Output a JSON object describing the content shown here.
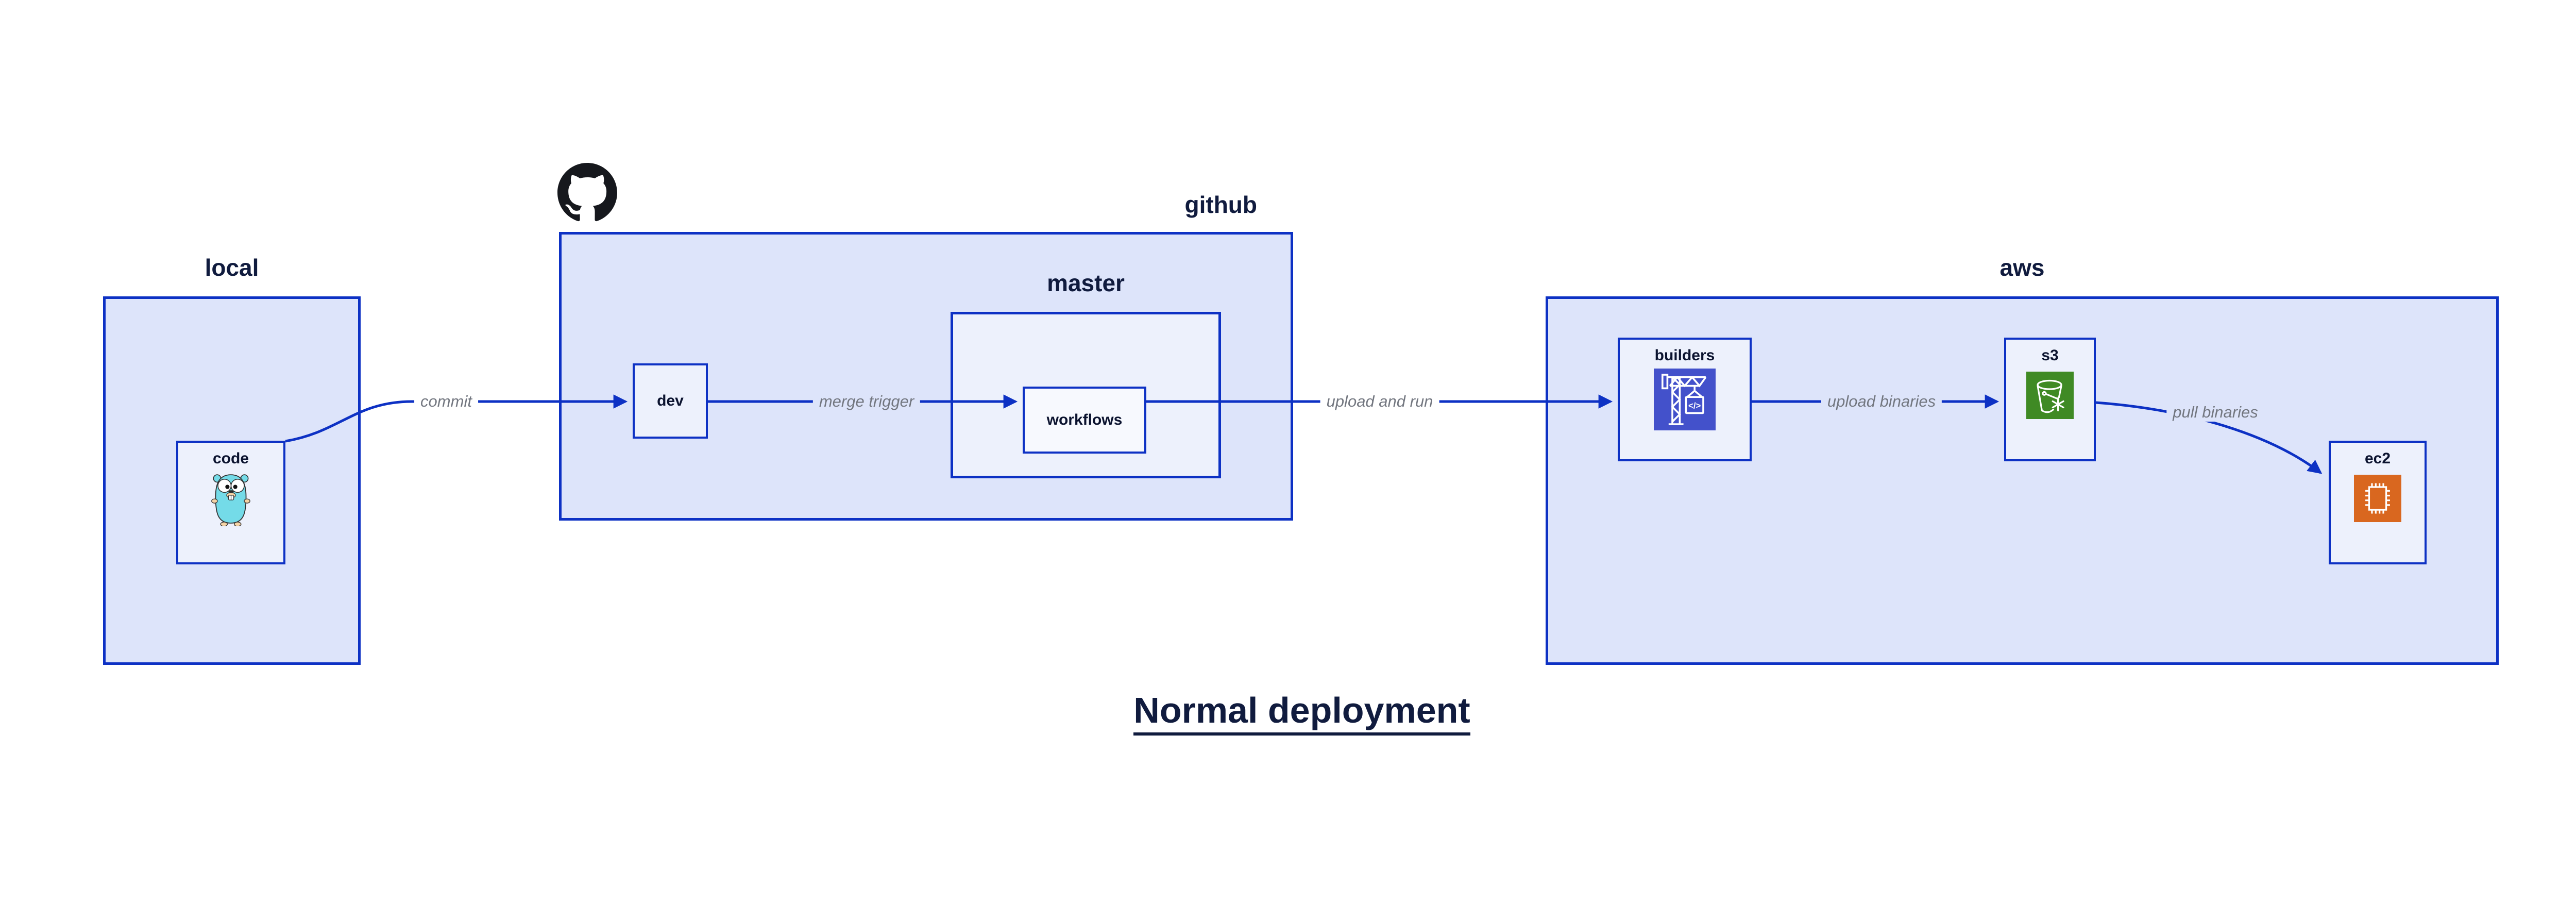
{
  "diagram_title": "Normal deployment",
  "groups": {
    "local": {
      "label": "local"
    },
    "github": {
      "label": "github",
      "logo_icon": "github-octocat-logo"
    },
    "master": {
      "label": "master"
    },
    "aws": {
      "label": "aws"
    }
  },
  "nodes": {
    "code": {
      "label": "code",
      "icon": "go-gopher"
    },
    "dev": {
      "label": "dev"
    },
    "workflows": {
      "label": "workflows"
    },
    "builders": {
      "label": "builders",
      "icon": "aws-codebuild-crane"
    },
    "s3": {
      "label": "s3",
      "icon": "aws-s3-glacier-bucket"
    },
    "ec2": {
      "label": "ec2",
      "icon": "aws-ec2-chip"
    }
  },
  "edges": {
    "commit": {
      "label": "commit",
      "from": "code",
      "to": "dev"
    },
    "merge_trigger": {
      "label": "merge trigger",
      "from": "dev",
      "to": "workflows"
    },
    "upload_and_run": {
      "label": "upload and run",
      "from": "workflows",
      "to": "builders"
    },
    "upload_binaries": {
      "label": "upload binaries",
      "from": "builders",
      "to": "s3"
    },
    "pull_binaries": {
      "label": "pull binaries",
      "from": "s3",
      "to": "ec2"
    }
  },
  "colors": {
    "canvas_bg": "#ffffff",
    "group_fill": "#dde4fa",
    "node_fill": "#edf1fc",
    "inner_node_fill": "#f7f9fe",
    "stroke_blue": "#0d31c4",
    "label_navy": "#101b3e",
    "edge_label_gray": "#72767f",
    "codebuild_purple": "#4351cb",
    "s3_green": "#3f8a24",
    "ec2_orange": "#d9671f",
    "gopher_teal": "#74dbe8",
    "octocat_black": "#16181d"
  }
}
